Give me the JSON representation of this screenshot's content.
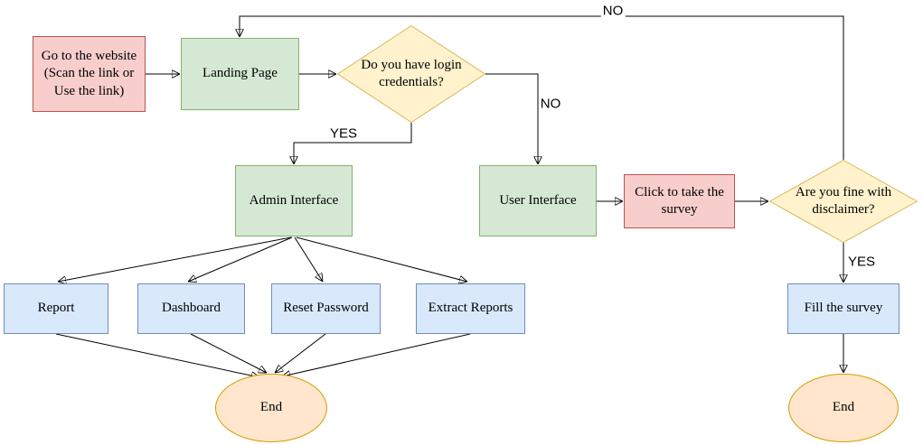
{
  "diagram": {
    "nodes": {
      "go_website": {
        "label": "Go to the website\n(Scan the link or\nUse the link)"
      },
      "landing_page": {
        "label": "Landing Page"
      },
      "login_decision": {
        "label": "Do you have login\ncredentials?"
      },
      "admin_interface": {
        "label": "Admin Interface"
      },
      "user_interface": {
        "label": "User Interface"
      },
      "click_survey": {
        "label": "Click to take the\nsurvey"
      },
      "disclaimer_decision": {
        "label": "Are you fine with\ndisclaimer?"
      },
      "report": {
        "label": "Report"
      },
      "dashboard": {
        "label": "Dashboard"
      },
      "reset_password": {
        "label": "Reset Password"
      },
      "extract_reports": {
        "label": "Extract Reports"
      },
      "fill_survey": {
        "label": "Fill the survey"
      },
      "end_left": {
        "label": "End"
      },
      "end_right": {
        "label": "End"
      }
    },
    "edge_labels": {
      "login_yes": "YES",
      "login_no": "NO",
      "disclaimer_yes": "YES",
      "disclaimer_no": "NO"
    },
    "colors": {
      "pink_fill": "#F8CECC",
      "pink_stroke": "#B85450",
      "green_fill": "#D5E8D4",
      "green_stroke": "#82B366",
      "yellow_fill": "#FFF2CC",
      "yellow_stroke": "#D6B656",
      "blue_fill": "#DAE8FC",
      "blue_stroke": "#6C8EBF",
      "orange_fill": "#FFE6CC",
      "orange_stroke": "#D79B00",
      "arrow": "#000000"
    }
  }
}
